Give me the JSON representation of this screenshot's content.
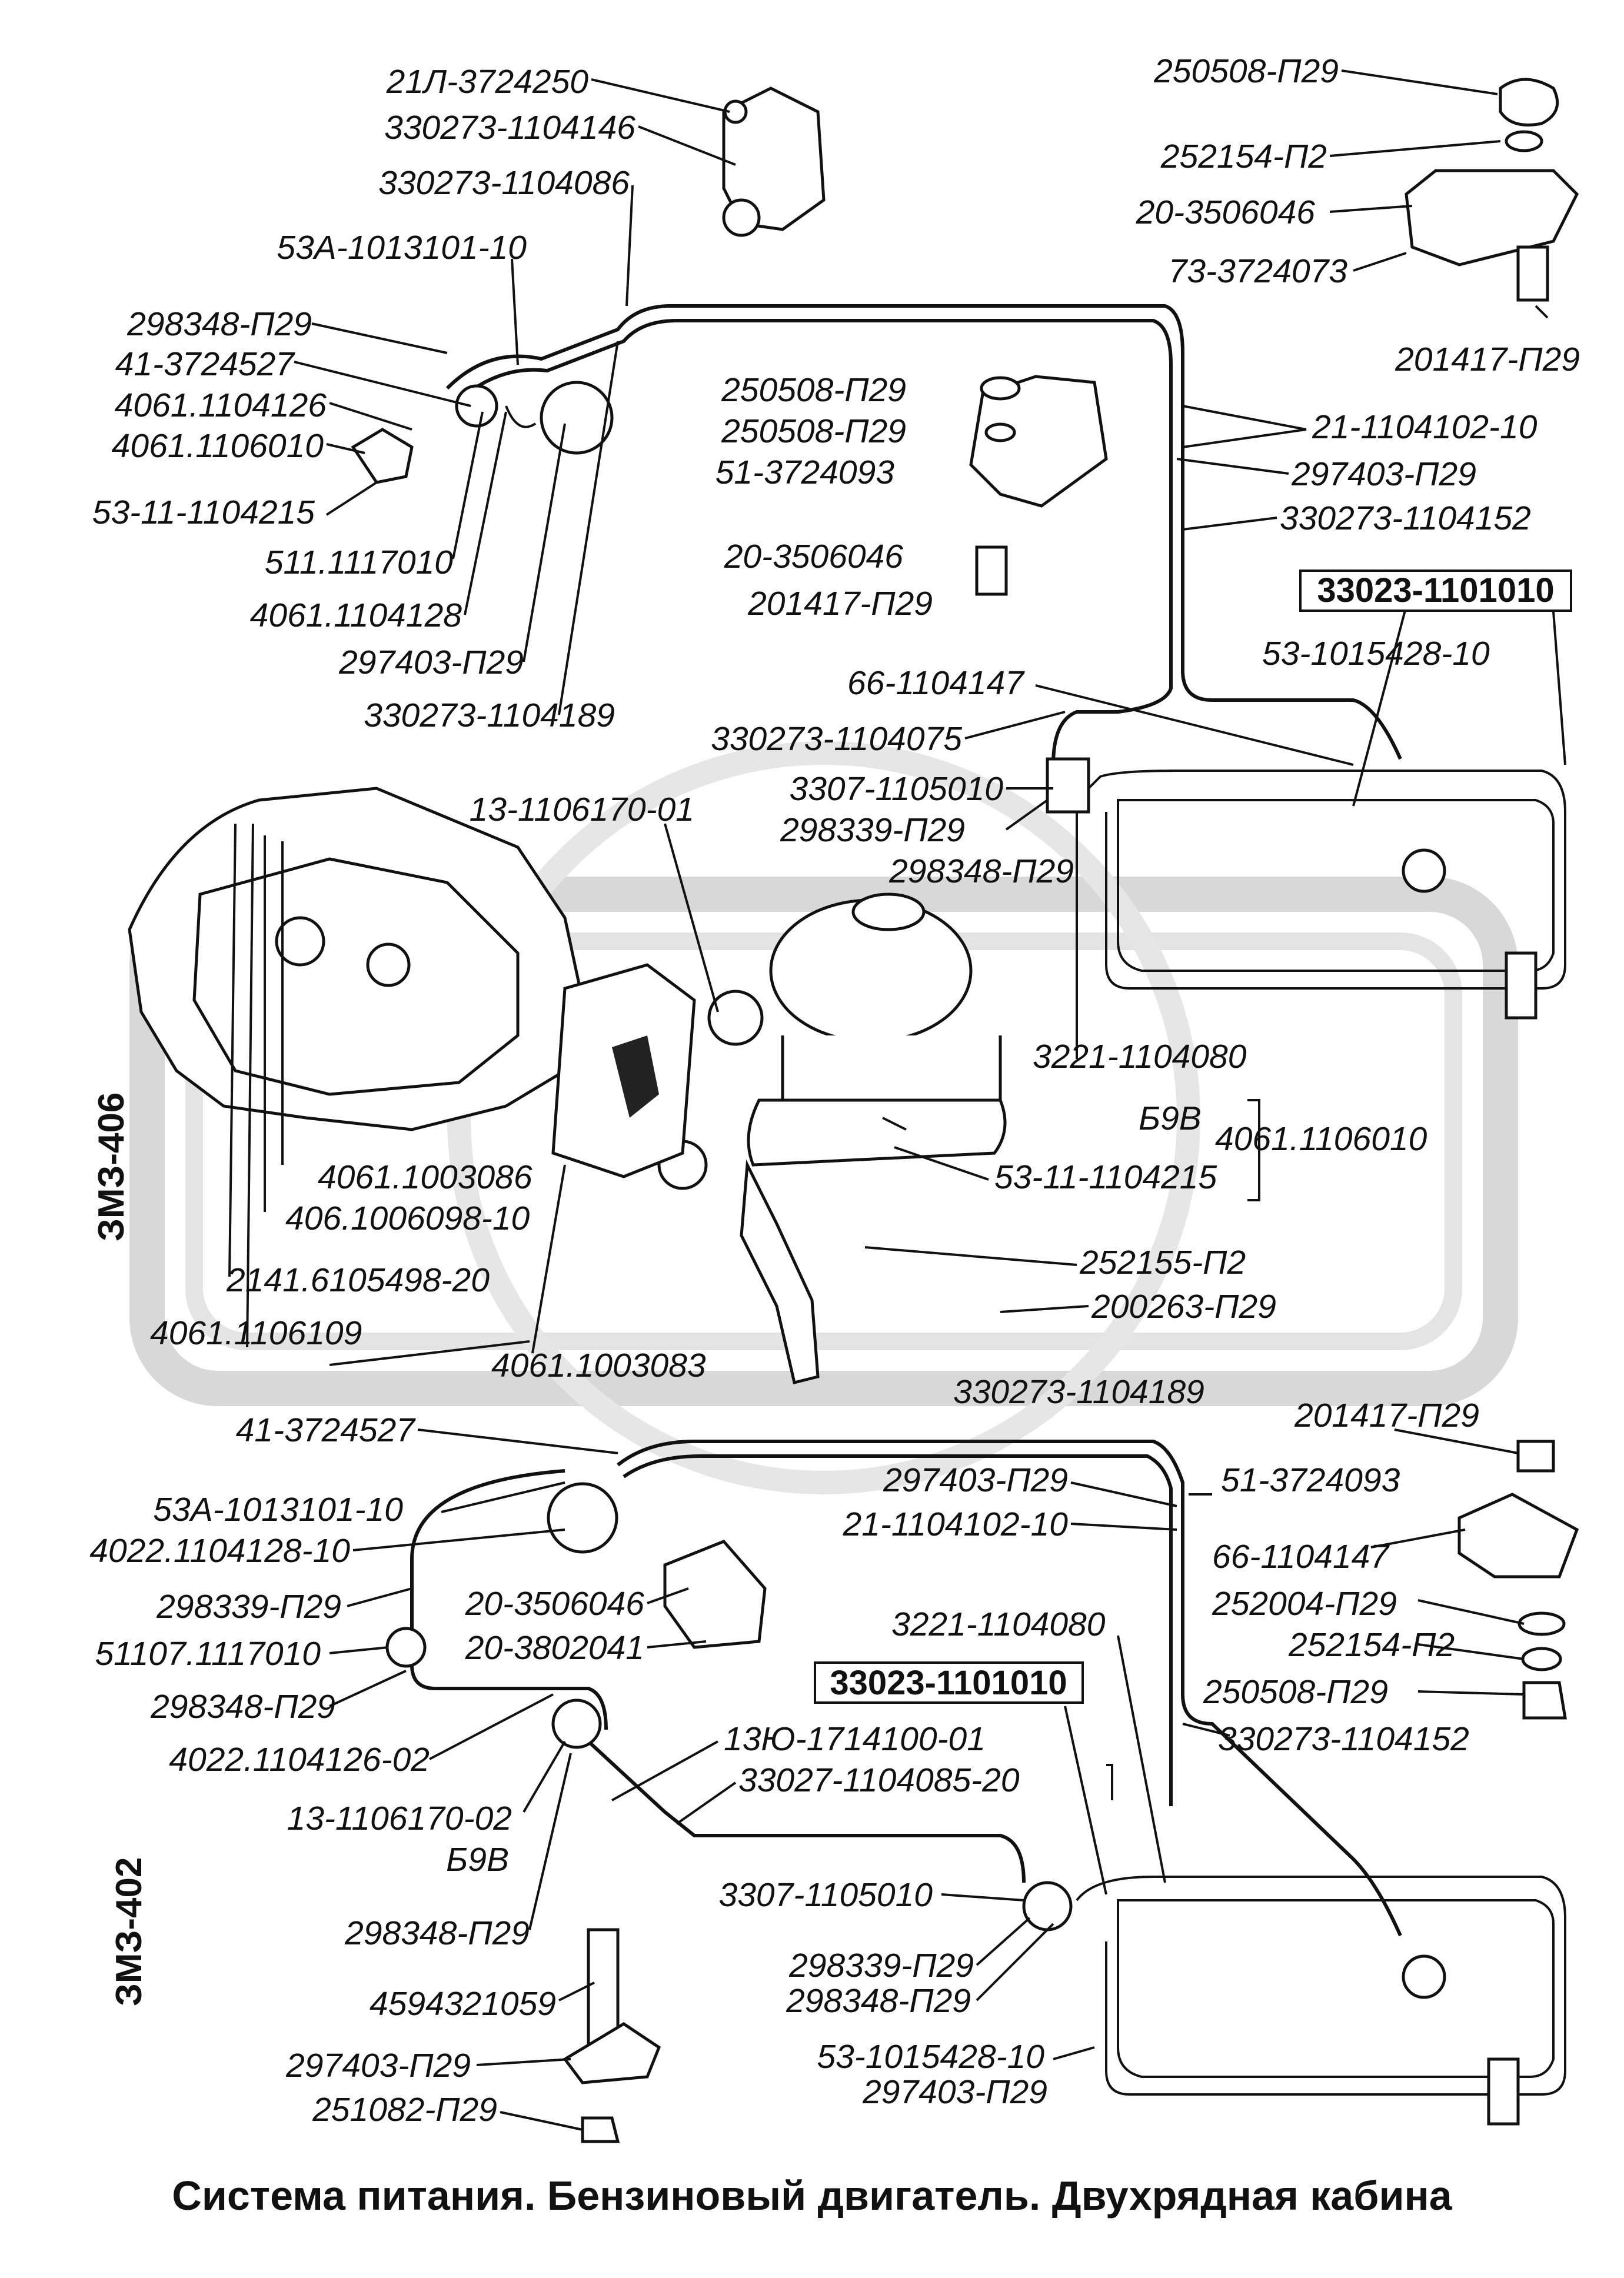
{
  "caption": "Система питания. Бензиновый двигатель. Двухрядная кабина",
  "engines": {
    "top": "ЗМЗ-406",
    "bottom": "ЗМЗ-402"
  },
  "top_labels": {
    "l1": "21Л-3724250",
    "l2": "330273-1104146",
    "l3": "330273-1104086",
    "l4": "53А-1013101-10",
    "l5": "298348-П29",
    "l6": "41-3724527",
    "l7": "4061.1104126",
    "l8": "4061.1106010",
    "l9": "53-11-1104215",
    "l10": "511.1117010",
    "l11": "4061.1104128",
    "l12": "297403-П29",
    "l13": "330273-1104189",
    "r1": "250508-П29",
    "r2": "252154-П2",
    "r3": "20-3506046",
    "r4": "73-3724073",
    "r5": "201417-П29",
    "r6": "21-1104102-10",
    "r7": "297403-П29",
    "r8": "330273-1104152",
    "box1": "33023-1101010",
    "r9": "53-1015428-10",
    "m1": "250508-П29",
    "m2": "250508-П29",
    "m3": "51-3724093",
    "m4": "20-3506046",
    "m5": "201417-П29",
    "c1": "66-1104147",
    "c2": "330273-1104075",
    "c3": "3307-1105010",
    "c4": "298339-П29",
    "c5": "298348-П29",
    "c6": "13-1106170-01",
    "e1": "3221-1104080",
    "e2": "Б9В",
    "e3": "4061.1106010",
    "e4": "53-11-1104215",
    "e5": "252155-П2",
    "e6": "200263-П29",
    "e7": "4061.1003086",
    "e8": "406.1006098-10",
    "e9": "2141.6105498-20",
    "e10": "4061.1106109",
    "e11": "4061.1003083"
  },
  "bottom_labels": {
    "b1": "41-3724527",
    "b2": "330273-1104189",
    "b3": "53А-1013101-10",
    "b4": "4022.1104128-10",
    "b5": "298339-П29",
    "b6": "51107.1117010",
    "b7": "298348-П29",
    "b8": "4022.1104126-02",
    "b9": "13-1106170-02",
    "b10": "Б9В",
    "b11": "298348-П29",
    "b12": "4594321059",
    "b13": "297403-П29",
    "b14": "251082-П29",
    "b15": "20-3506046",
    "b16": "20-3802041",
    "b17": "297403-П29",
    "b18": "21-1104102-10",
    "b19": "51-3724093",
    "b20": "66-1104147",
    "b21": "201417-П29",
    "b22": "252004-П29",
    "b23": "252154-П2",
    "b24": "250508-П29",
    "b25": "330273-1104152",
    "b26": "3221-1104080",
    "box2": "33023-1101010",
    "b27": "13Ю-1714100-01",
    "b28": "33027-1104085-20",
    "b29": "3307-1105010",
    "b30": "298339-П29",
    "b31": "298348-П29",
    "b32": "53-1015428-10",
    "b33": "297403-П29"
  }
}
